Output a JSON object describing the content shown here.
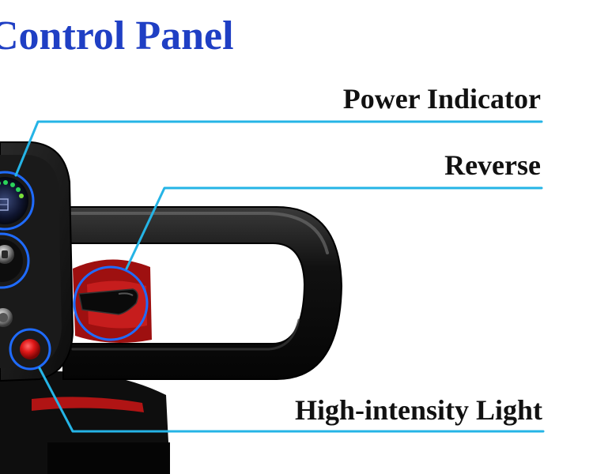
{
  "title": "Control Panel",
  "callouts": {
    "power_indicator": "Power Indicator",
    "reverse": "Reverse",
    "light": "High-intensity Light"
  },
  "colors": {
    "title": "#1f3fc4",
    "callout_line": "#25b4e6",
    "ring": "#1f6bff",
    "led_green": "#2bd45a",
    "button_red": "#e01818",
    "body": "#161616"
  },
  "icons": [
    "power-indicator-display",
    "key-switch",
    "horn-button",
    "light-button",
    "reverse-lever"
  ]
}
